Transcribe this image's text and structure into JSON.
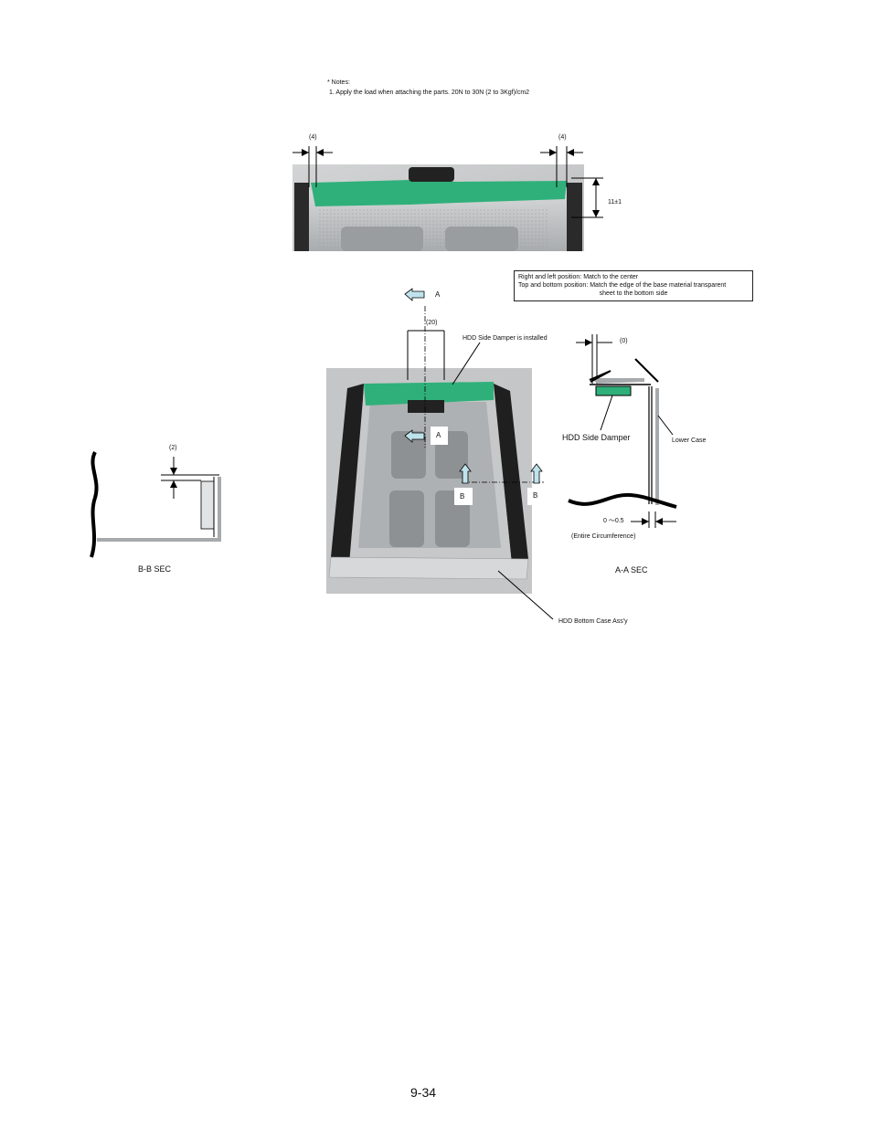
{
  "notes": {
    "title": "* Notes:",
    "item1": "1. Apply the load when attaching the parts. 20N to 30N (2 to 3Kgf)/cm2"
  },
  "top_figure": {
    "dim_left": "(4)",
    "dim_right": "(4)",
    "dim_height": "11±1"
  },
  "position_note": {
    "line1": "Right and left position: Match to the center",
    "line2": "Top and bottom position: Match the edge of the base material transparent",
    "line3": "sheet to the bottom side"
  },
  "main_figure": {
    "arrow_a_top": "A",
    "dim_20": "(20)",
    "damper_label": "HDD Side Damper is installed",
    "arrow_a_inner": "A",
    "arrow_b_left": "B",
    "arrow_b_right": "B",
    "bottom_case_label": "HDD Bottom Case Ass'y"
  },
  "aa_section": {
    "dim_0": "(0)",
    "damper_label": "HDD Side Damper",
    "lower_case_label": "Lower Case",
    "range_label": "0 ～0.5",
    "circumference_label": "(Entire Circumference)",
    "title": "A-A SEC"
  },
  "bb_section": {
    "dim_2": "(2)",
    "title": "B-B SEC"
  },
  "page_number": "9-34",
  "colors": {
    "damper_green": "#2fb07a",
    "metal_light": "#c9cbcc",
    "metal_dark": "#8d9092",
    "foam_black": "#1c1c1c",
    "arrow_fill": "#bfe3ec"
  }
}
